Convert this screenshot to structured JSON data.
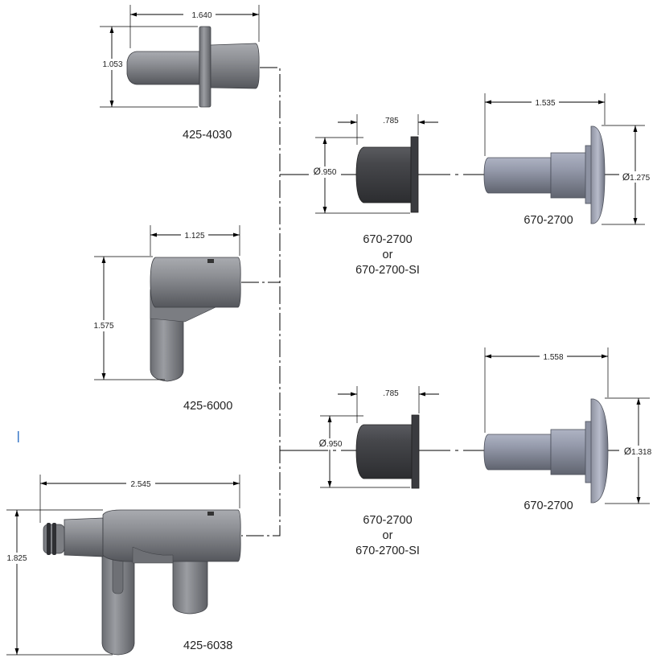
{
  "parts": {
    "p4254030": {
      "label": "425-4030",
      "dim_width": "1.640",
      "dim_height": "1.053"
    },
    "p4256000": {
      "label": "425-6000",
      "dim_width": "1.125",
      "dim_height": "1.575"
    },
    "p4256038": {
      "label": "425-6038",
      "dim_width": "2.545",
      "dim_height": "1.825"
    }
  },
  "sleeves": [
    {
      "label_line1": "670-2700",
      "label_line2": "or",
      "label_line3": "670-2700-SI",
      "dim_width": ".785",
      "dim_diameter": ".950"
    },
    {
      "label_line1": "670-2700",
      "label_line2": "or",
      "label_line3": "670-2700-SI",
      "dim_width": ".785",
      "dim_diameter": ".950"
    }
  ],
  "probes": [
    {
      "label": "670-2700",
      "dim_width": "1.535",
      "dim_diameter": "1.275"
    },
    {
      "label": "670-2700",
      "dim_width": "1.558",
      "dim_diameter": "1.318"
    }
  ],
  "symbols": {
    "diameter": "Ø"
  },
  "colors": {
    "metal_dark": "#5b5d62",
    "metal_mid": "#8a8c91",
    "metal_light": "#b9bbc0",
    "sleeve": "#3e3f43",
    "probe": "#9a9fb0",
    "line": "#000000"
  }
}
